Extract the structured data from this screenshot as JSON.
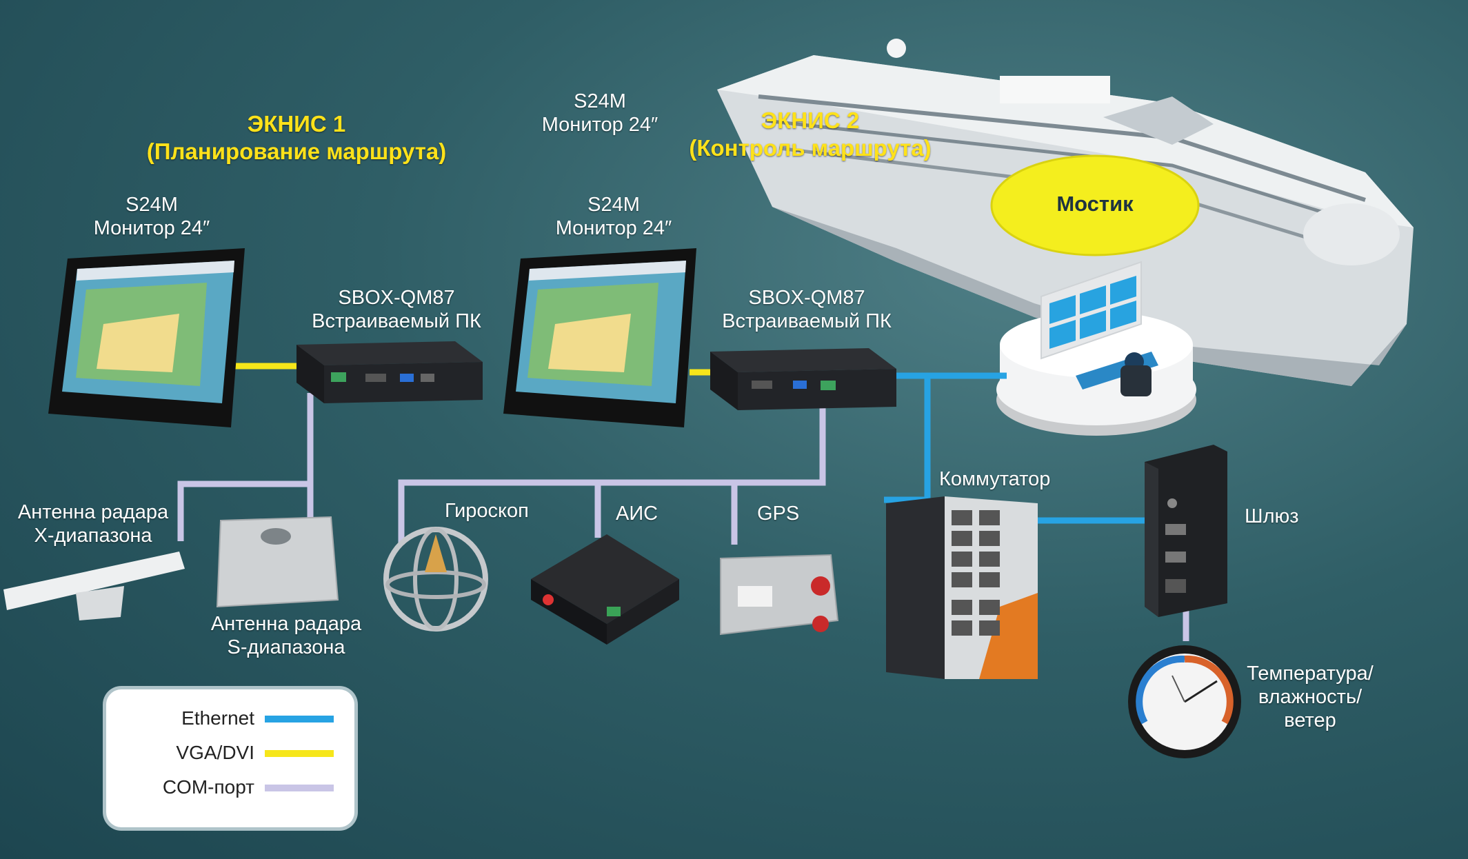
{
  "colors": {
    "ethernet": "#27a3e3",
    "vga_dvi": "#f6e61a",
    "com_port": "#c9c5e6",
    "title_yellow": "#ffe21a",
    "bridge_ellipse": "#f4ee1e"
  },
  "titles": {
    "ecdis1": {
      "line1": "ЭКНИС 1",
      "line2": "(Планирование маршрута)"
    },
    "ecdis2": {
      "line1": "ЭКНИС 2",
      "line2": "(Контроль маршрута)"
    }
  },
  "monitors": {
    "left": {
      "line1": "S24M",
      "line2": "Монитор 24″"
    },
    "center_top": {
      "line1": "S24M",
      "line2": "Монитор 24″"
    },
    "center": {
      "line1": "S24M",
      "line2": "Монитор 24″"
    }
  },
  "pcs": {
    "left": {
      "line1": "SBOX-QM87",
      "line2": "Встраиваемый ПК"
    },
    "right": {
      "line1": "SBOX-QM87",
      "line2": "Встраиваемый ПК"
    }
  },
  "bridge": {
    "label": "Мостик"
  },
  "devices": {
    "radar_x": {
      "line1": "Антенна радара",
      "line2": "X-диапазона"
    },
    "radar_s": {
      "line1": "Антенна радара",
      "line2": "S-диапазона"
    },
    "gyro": "Гироскоп",
    "ais": "АИС",
    "gps": "GPS",
    "switch": "Коммутатор",
    "gateway": "Шлюз",
    "sensor": {
      "line1": "Температура/",
      "line2": "влажность/",
      "line3": "ветер"
    }
  },
  "legend": {
    "items": [
      {
        "label": "Ethernet",
        "color": "#27a3e3"
      },
      {
        "label": "VGA/DVI",
        "color": "#f6e61a"
      },
      {
        "label": "COM-порт",
        "color": "#c9c5e6"
      }
    ]
  }
}
